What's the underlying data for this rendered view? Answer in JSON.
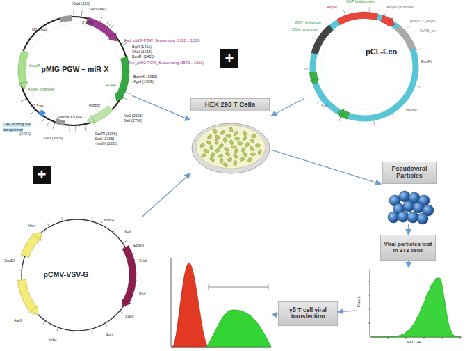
{
  "diagram": {
    "nodes": [
      {
        "text": [
          "pMIG-PGW – miR-X"
        ]
      },
      {
        "text": [
          "+"
        ]
      },
      {
        "text": [
          "pCL-Eco"
        ]
      },
      {
        "text": [
          "+"
        ]
      },
      {
        "text": [
          "pCMV-VSV-G"
        ]
      },
      {
        "text": [
          "HEK 293 T Cells"
        ]
      },
      {
        "text": [
          "Pseudoviral Particles"
        ]
      },
      {
        "text": [
          "Viral particles test in 3T3 cells"
        ]
      },
      {
        "text": [
          "Count",
          "FITC-A"
        ]
      },
      {
        "text": [
          "γδ T cell viral transfection"
        ]
      }
    ],
    "edges": [
      {
        "from": 0,
        "to": 5,
        "arrow": "to"
      },
      {
        "from": 2,
        "to": 5,
        "arrow": "to"
      },
      {
        "from": 4,
        "to": 5,
        "arrow": "to"
      },
      {
        "from": 5,
        "to": 6,
        "arrow": "to"
      },
      {
        "from": 6,
        "to": 7,
        "arrow": "to"
      },
      {
        "from": 7,
        "to": 8,
        "arrow": "to"
      },
      {
        "from": 8,
        "to": 9,
        "arrow": "to"
      }
    ],
    "labels": [
      "XbaI (219)",
      "SacI (340)",
      "5' LTR",
      "M13 fwd",
      "Fwd_pMIG-PGW_Sequencing (1320 .. 1362)",
      "BglII (1411)",
      "XhoI (1418)",
      "EcoRI (1425)",
      "Rev_pMIG-PGW_Sequencing (1543 .. 1563)",
      "BamHI (1952)",
      "AgeI (1959)",
      "EGFP",
      "NotI (2693)",
      "SalI (2700)",
      "WPRE",
      "EcoRI (3296)",
      "SacI (3306)",
      "HindIII (3332)",
      "Factor Xa site",
      "M13 rev",
      "CAP binding site",
      "lac operator",
      "SacI (3603)",
      "(3724)",
      "AmpR",
      "AmpR promoter",
      "CAP binding site",
      "AmpR",
      "AmpR promoter",
      "pBR322_origin",
      "SV40_ori",
      "CMV_enhancer",
      "CMV_promoter",
      "EcoRI",
      "SalI",
      "HindIII",
      "BsrGI",
      "NotI",
      "EcoRI",
      "XhoI",
      "PstI",
      "SacII",
      "SphI",
      "NdeI",
      "AatII",
      "SnaBI",
      "NheI"
    ]
  }
}
